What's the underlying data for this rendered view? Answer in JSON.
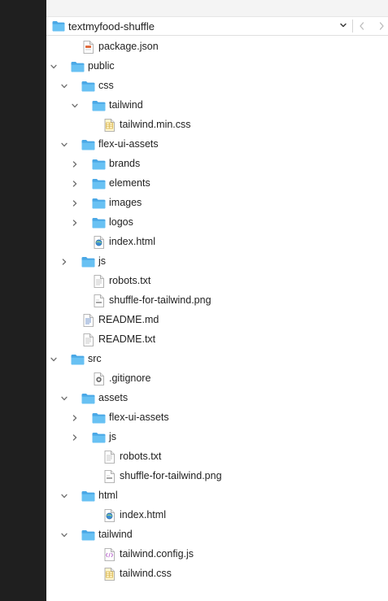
{
  "header": {
    "title": "textmyfood-shuffle",
    "icon": "folder-icon",
    "chevron": "chevron-down-icon",
    "back": "nav-back-icon",
    "forward": "nav-forward-icon"
  },
  "tree": [
    {
      "label": "package.json",
      "icon": "json-file",
      "level": 1,
      "disclosure": "none"
    },
    {
      "label": "public",
      "icon": "folder",
      "level": 0,
      "disclosure": "open"
    },
    {
      "label": "css",
      "icon": "folder",
      "level": 1,
      "disclosure": "open"
    },
    {
      "label": "tailwind",
      "icon": "folder",
      "level": 2,
      "disclosure": "open"
    },
    {
      "label": "tailwind.min.css",
      "icon": "css-file",
      "level": 3,
      "disclosure": "none"
    },
    {
      "label": "flex-ui-assets",
      "icon": "folder",
      "level": 1,
      "disclosure": "open"
    },
    {
      "label": "brands",
      "icon": "folder",
      "level": 2,
      "disclosure": "closed"
    },
    {
      "label": "elements",
      "icon": "folder",
      "level": 2,
      "disclosure": "closed"
    },
    {
      "label": "images",
      "icon": "folder",
      "level": 2,
      "disclosure": "closed"
    },
    {
      "label": "logos",
      "icon": "folder",
      "level": 2,
      "disclosure": "closed"
    },
    {
      "label": "index.html",
      "icon": "html-file",
      "level": 2,
      "disclosure": "none"
    },
    {
      "label": "js",
      "icon": "folder",
      "level": 1,
      "disclosure": "closed"
    },
    {
      "label": "robots.txt",
      "icon": "text-file",
      "level": 2,
      "disclosure": "none"
    },
    {
      "label": "shuffle-for-tailwind.png",
      "icon": "png-file",
      "level": 2,
      "disclosure": "none"
    },
    {
      "label": "README.md",
      "icon": "md-file",
      "level": 1,
      "disclosure": "none"
    },
    {
      "label": "README.txt",
      "icon": "text-file",
      "level": 1,
      "disclosure": "none"
    },
    {
      "label": "src",
      "icon": "folder",
      "level": 0,
      "disclosure": "open"
    },
    {
      "label": ".gitignore",
      "icon": "gitignore-file",
      "level": 2,
      "disclosure": "none"
    },
    {
      "label": "assets",
      "icon": "folder",
      "level": 1,
      "disclosure": "open"
    },
    {
      "label": "flex-ui-assets",
      "icon": "folder",
      "level": 2,
      "disclosure": "closed"
    },
    {
      "label": "js",
      "icon": "folder",
      "level": 2,
      "disclosure": "closed"
    },
    {
      "label": "robots.txt",
      "icon": "text-file",
      "level": 3,
      "disclosure": "none"
    },
    {
      "label": "shuffle-for-tailwind.png",
      "icon": "png-file",
      "level": 3,
      "disclosure": "none"
    },
    {
      "label": "html",
      "icon": "folder",
      "level": 1,
      "disclosure": "open"
    },
    {
      "label": "index.html",
      "icon": "html-file",
      "level": 3,
      "disclosure": "none"
    },
    {
      "label": "tailwind",
      "icon": "folder",
      "level": 1,
      "disclosure": "open"
    },
    {
      "label": "tailwind.config.js",
      "icon": "js-file",
      "level": 3,
      "disclosure": "none"
    },
    {
      "label": "tailwind.css",
      "icon": "css-file",
      "level": 3,
      "disclosure": "none"
    }
  ],
  "colors": {
    "folder": "#5db8ef",
    "folder_dark": "#3f9fdf",
    "left_strip": "#1f1f1f",
    "text": "#222222"
  }
}
